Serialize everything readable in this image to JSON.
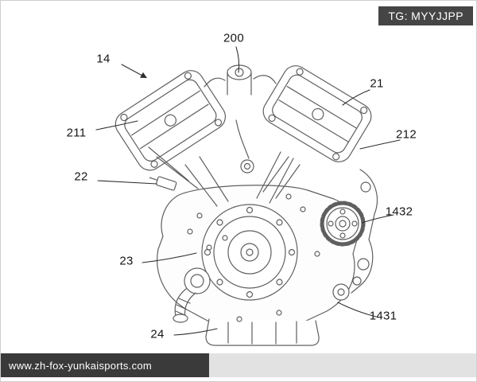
{
  "tag": {
    "text": "TG: MYYJJPP"
  },
  "footer": {
    "url": "www.zh-fox-yunkaisports.com"
  },
  "figure": {
    "type": "patent-style engine line drawing",
    "callouts": [
      {
        "label": "14"
      },
      {
        "label": "200"
      },
      {
        "label": "21"
      },
      {
        "label": "211"
      },
      {
        "label": "212"
      },
      {
        "label": "22"
      },
      {
        "label": "1432"
      },
      {
        "label": "23"
      },
      {
        "label": "1431"
      },
      {
        "label": "24"
      }
    ]
  }
}
